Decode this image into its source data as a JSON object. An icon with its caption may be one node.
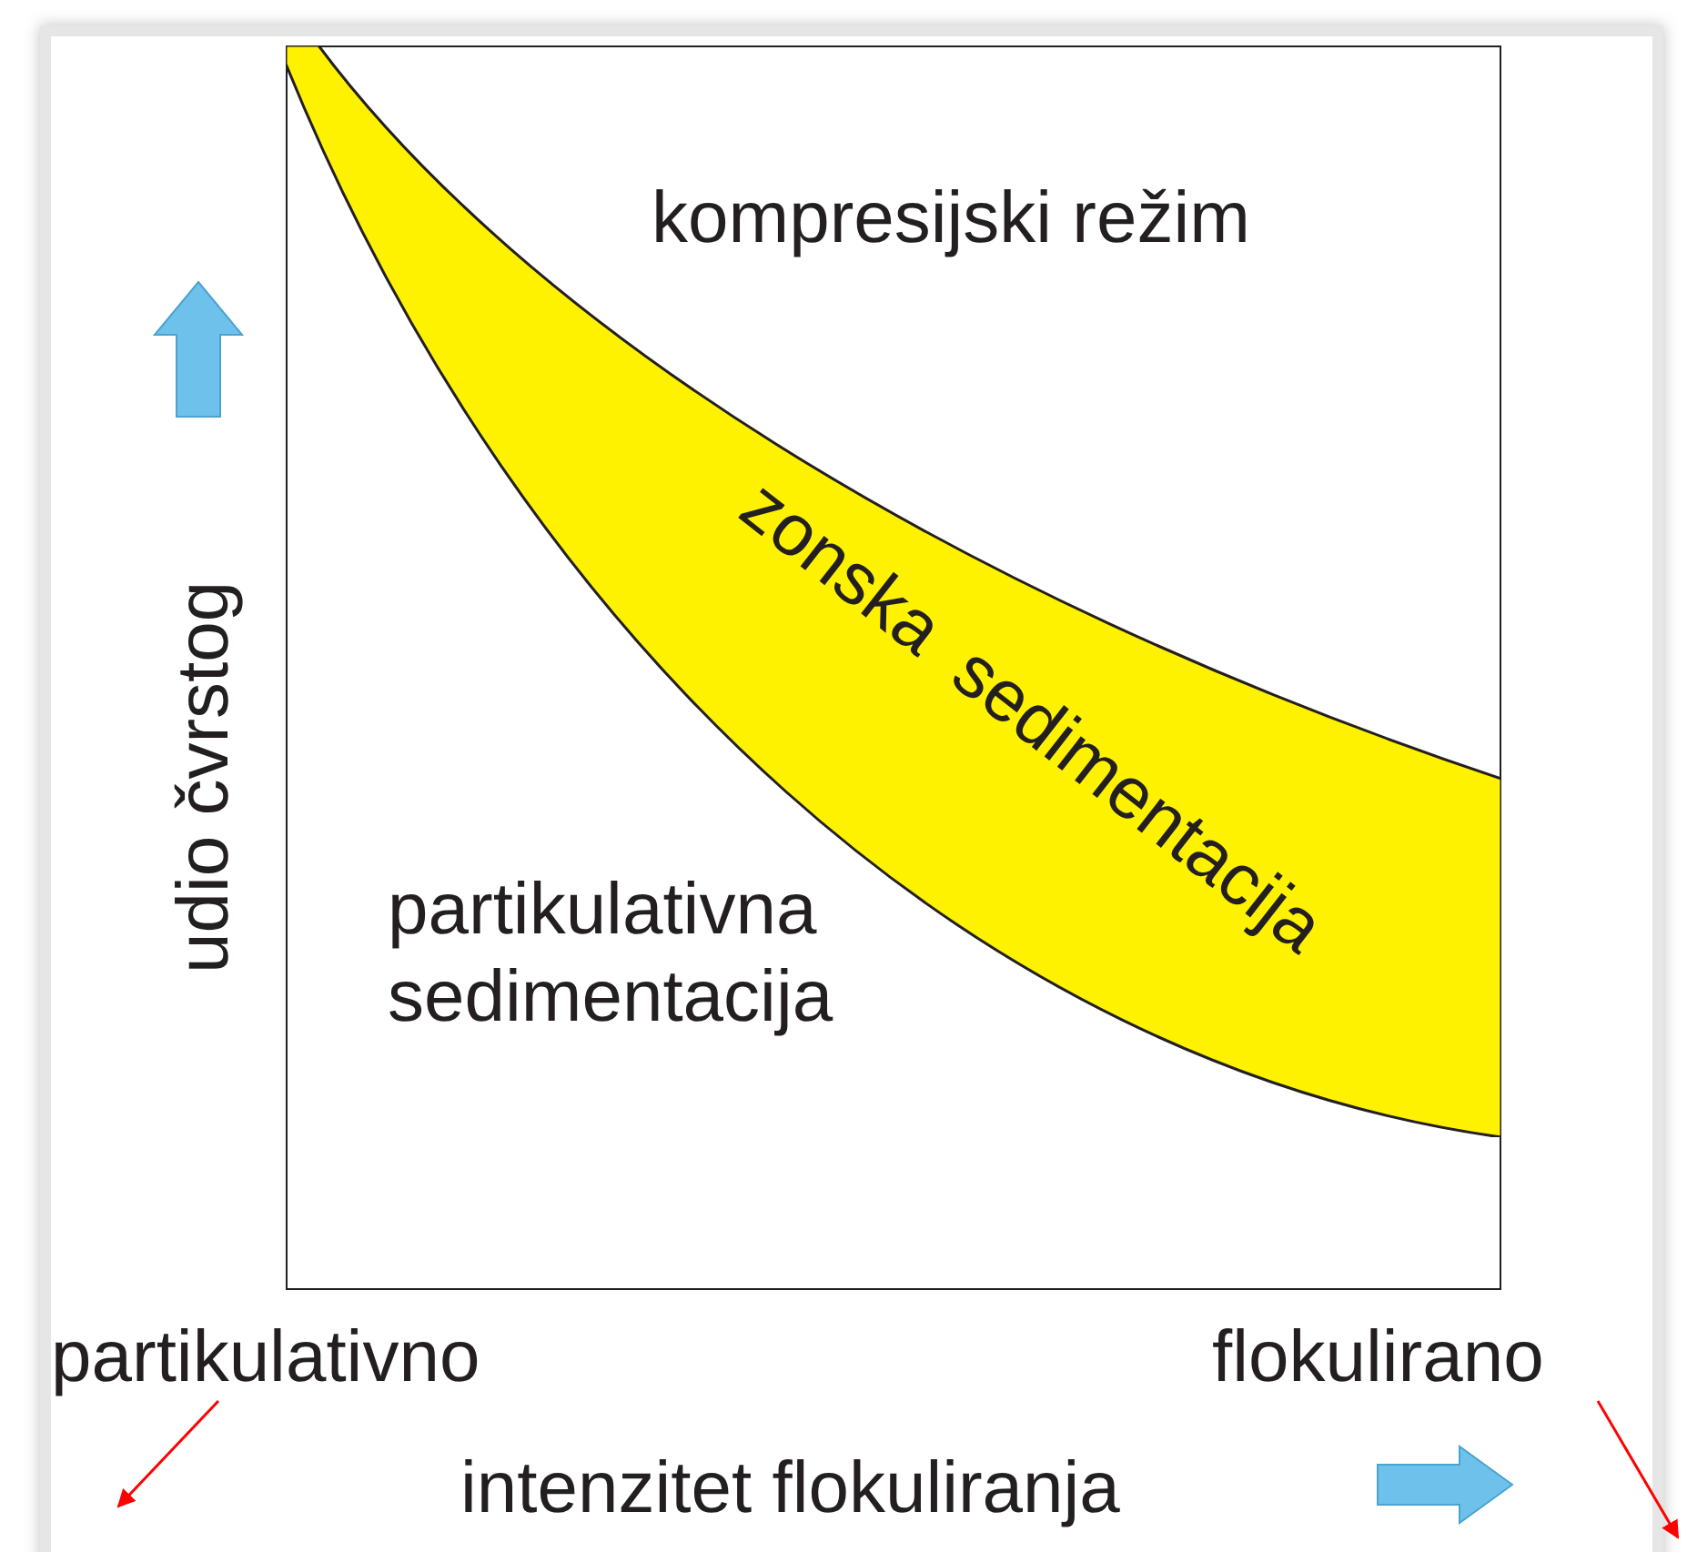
{
  "diagram": {
    "nodes": [
      {
        "text": [
          "zonska sedimentacija"
        ]
      },
      {
        "text": [
          "partikulativno"
        ]
      },
      {
        "text": [
          "flokulirano"
        ]
      }
    ],
    "edges": [
      {
        "from": 1,
        "to": null,
        "arrow": "to"
      },
      {
        "from": 2,
        "to": null,
        "arrow": "to"
      }
    ],
    "labels": [
      "kompresijski režim",
      "partikulativna sedimentacija",
      "udio čvrstog",
      "intenzitet flokuliranja"
    ]
  }
}
